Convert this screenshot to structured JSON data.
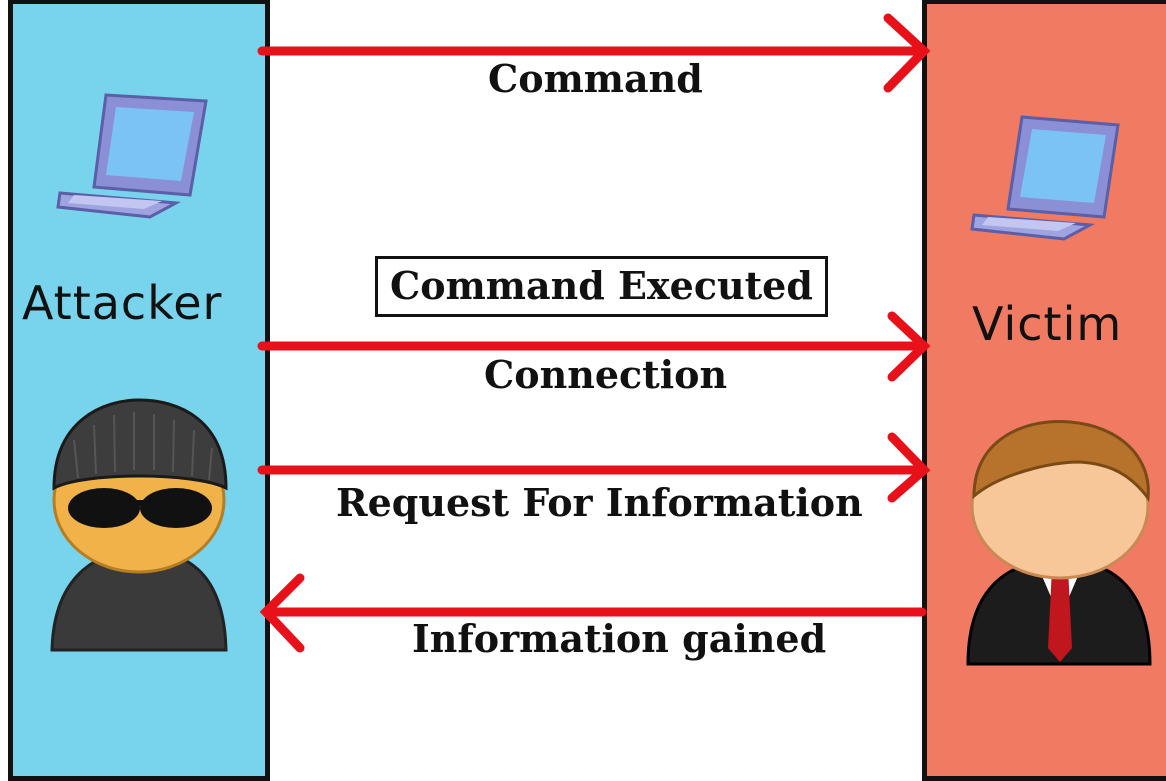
{
  "attacker": {
    "label": "Attacker",
    "lane_color": "#78d3ec"
  },
  "victim": {
    "label": "Victim",
    "lane_color": "#f17a62"
  },
  "arrow_color": "#e8111a",
  "messages": [
    {
      "label": "Command",
      "direction": "attacker-to-victim"
    },
    {
      "label": "Command Executed",
      "boxed": true
    },
    {
      "label": "Connection",
      "direction": "attacker-to-victim"
    },
    {
      "label": "Request For Information",
      "direction": "attacker-to-victim"
    },
    {
      "label": "Information gained",
      "direction": "victim-to-attacker"
    }
  ],
  "icons": [
    "laptop-icon",
    "burglar-avatar-icon",
    "businessman-avatar-icon"
  ]
}
